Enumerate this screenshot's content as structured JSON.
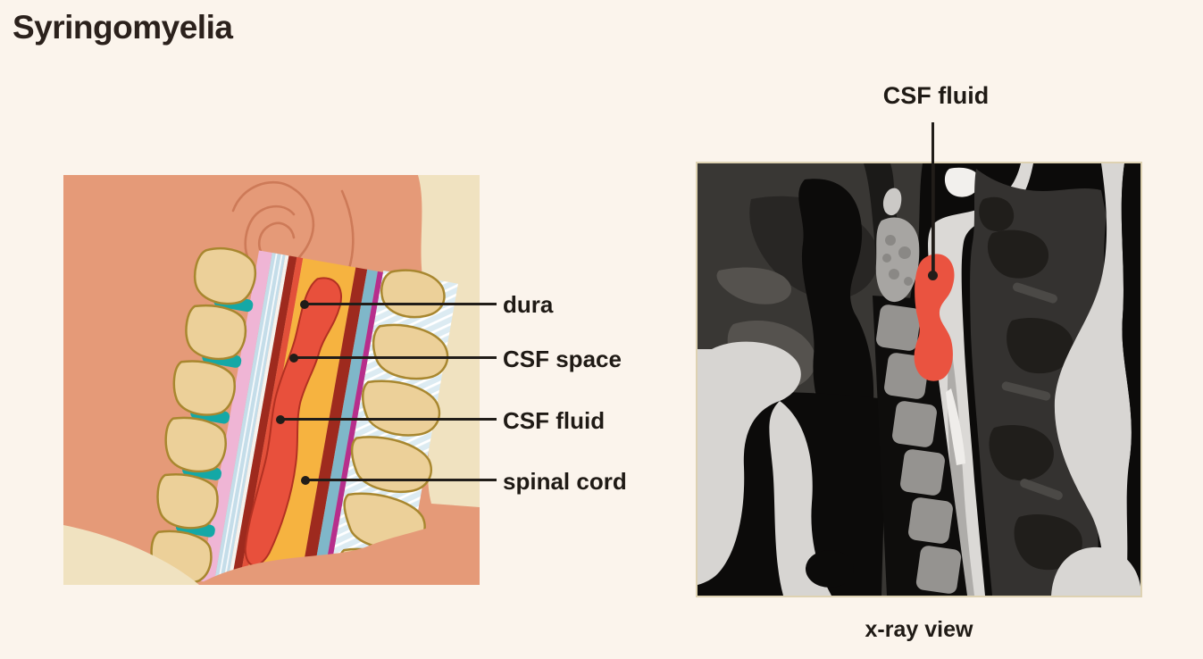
{
  "page": {
    "title": "Syringomyelia",
    "background_color": "#fbf4ec",
    "text_color": "#241e18"
  },
  "anatomy_figure": {
    "description": "cartoon cross-section of neck showing cervical spine layers",
    "labels": [
      {
        "text": "dura"
      },
      {
        "text": "CSF space"
      },
      {
        "text": "CSF fluid"
      },
      {
        "text": "spinal cord"
      }
    ],
    "colors": {
      "skin": "#e59a78",
      "skin_line": "#cd7a58",
      "background_skin": "#f0e2c0",
      "bone": "#ecd099",
      "bone_outline": "#a8872f",
      "disc_teal": "#14a8a6",
      "spinal_cord_yellow": "#f6b340",
      "syrinx_red": "#e8503c",
      "dura_dark_red": "#9e2a1e",
      "csf_blue": "#7fb7c9",
      "pia_magenta": "#b72e8c",
      "muscle_pink": "#efb5d5",
      "ligament_pale_blue": "#e7f1f6"
    }
  },
  "xray_figure": {
    "label": "CSF fluid",
    "caption": "x-ray view",
    "colors": {
      "highlight_red": "#ea5340",
      "bone_gray": "#959390",
      "canal_light": "#dbd9d6",
      "tissue_dark": "#393734",
      "background_black": "#0c0b0a",
      "frame": "#ded2b2"
    }
  },
  "leader_style": {
    "color": "#211d19"
  }
}
